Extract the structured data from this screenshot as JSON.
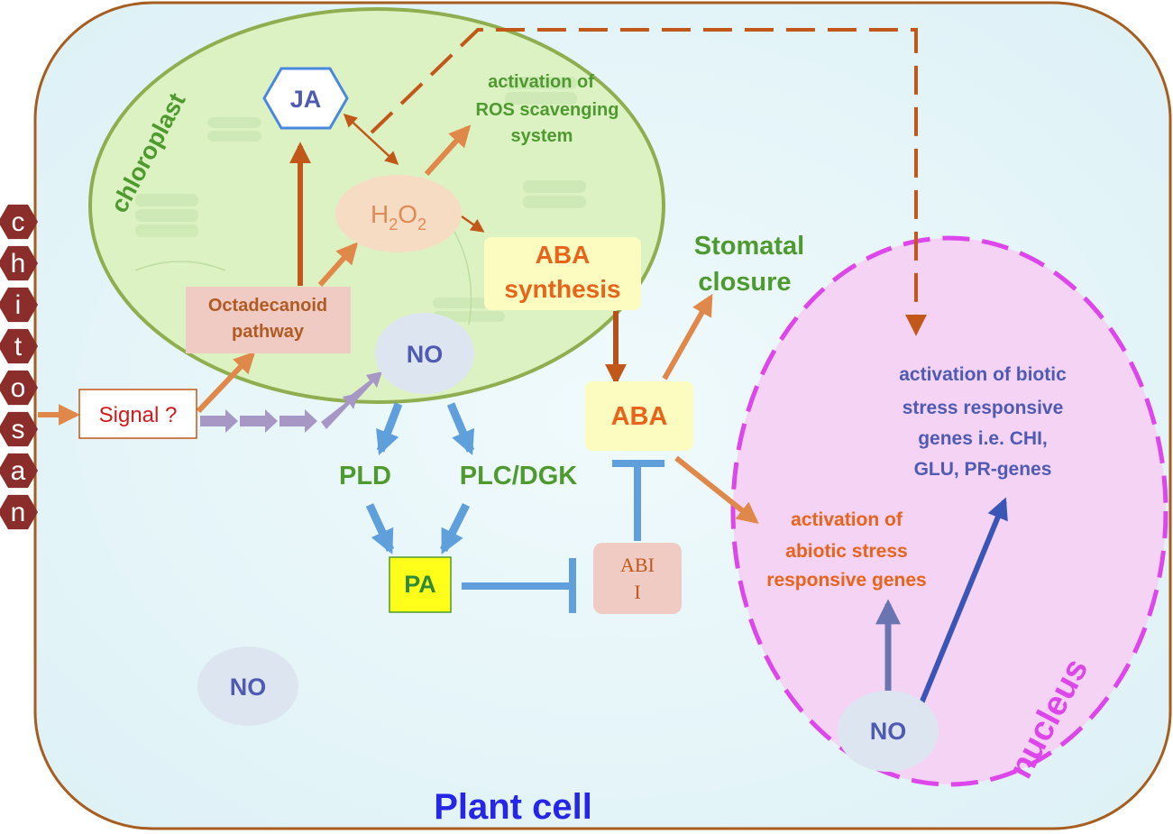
{
  "labels": {
    "chitosan_letters": [
      "c",
      "h",
      "i",
      "t",
      "o",
      "s",
      "a",
      "n"
    ],
    "signal": "Signal ?",
    "chloroplast": "chloroplast",
    "ja": "JA",
    "h2o2_main": "H",
    "h2o2_sub1": "2",
    "h2o2_o": "O",
    "h2o2_sub2": "2",
    "ros_line1": "activation of",
    "ros_line2": "ROS scavenging",
    "ros_line3": "system",
    "octa_line1": "Octadecanoid",
    "octa_line2": "pathway",
    "aba_syn_line1": "ABA",
    "aba_syn_line2": "synthesis",
    "stomatal_line1": "Stomatal",
    "stomatal_line2": "closure",
    "no_chloro": "NO",
    "aba": "ABA",
    "pld": "PLD",
    "plc_dgk": "PLC/DGK",
    "pa": "PA",
    "abi_line1": "ABI",
    "abi_line2": "I",
    "abiotic_line1": "activation of",
    "abiotic_line2": "abiotic stress",
    "abiotic_line3": "responsive genes",
    "biotic_line1": "activation of biotic",
    "biotic_line2": "stress responsive",
    "biotic_line3": "genes i.e. CHI,",
    "biotic_line4": "GLU, PR-genes",
    "nucleus": "nucleus",
    "no_nucleus": "NO",
    "no_cytoplasm": "NO",
    "plant_cell": "Plant cell"
  },
  "colors": {
    "cell_fill": "#e6f6f9",
    "cell_border": "#a75d1f",
    "chloroplast_fill": "#dcf2c3",
    "chloroplast_border": "#8fae4f",
    "green_text": "#4e9a2f",
    "orange_arrow": "#e0884a",
    "brown_arrow": "#c2571a",
    "blue_arrow": "#5f9fdc",
    "purple_arrow": "#a797c4",
    "nucleus_fill": "#f4d3f5",
    "nucleus_border": "#dd46ea",
    "aba_text": "#e8641a",
    "blue_text": "#4f5bb2",
    "plant_cell_text": "#2626e8",
    "chitosan_hex": "#8a2d2b"
  }
}
